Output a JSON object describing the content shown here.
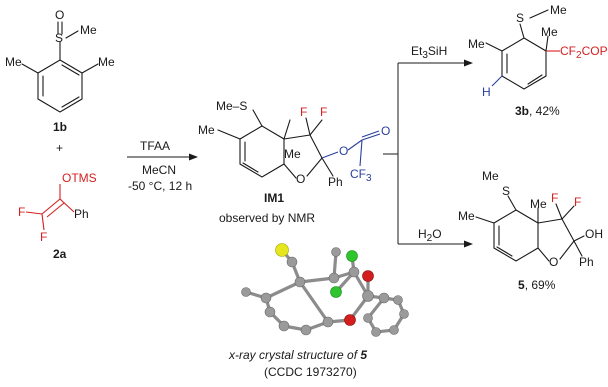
{
  "compounds": {
    "c1b": {
      "label": "1b",
      "atoms": {
        "O": "O",
        "S": "S",
        "Me_top": "Me",
        "Me_left": "Me",
        "Me_right": "Me"
      }
    },
    "plus": "+",
    "c2a": {
      "label": "2a",
      "atoms": {
        "OTMS": "OTMS",
        "F1": "F",
        "F2": "F",
        "Ph": "Ph"
      }
    },
    "im1": {
      "label": "IM1",
      "caption": "observed by NMR",
      "atoms": {
        "MeS": "Me–S",
        "Me_ring": "Me",
        "Me_q": "Me",
        "F1": "F",
        "F2": "F",
        "O_ring": "O",
        "Ph": "Ph",
        "O_ester": "O",
        "O_carbonyl": "O",
        "CF3": "CF",
        "CF3_sub": "3"
      }
    },
    "c3b": {
      "label": "3b",
      "yield": ", 42%",
      "atoms": {
        "S": "S",
        "Me_S": "Me",
        "Me_ring": "Me",
        "Me_q": "Me",
        "CF2": "CF",
        "CF2_sub": "2",
        "COPh": "COPh",
        "H": "H"
      }
    },
    "c5": {
      "label": "5",
      "yield": ", 69%",
      "atoms": {
        "MeS": "Me",
        "S": "S",
        "Me_ring": "Me",
        "Me_q": "Me",
        "F1": "F",
        "F2": "F",
        "OH": "OH",
        "O_ring": "O",
        "Ph": "Ph"
      }
    }
  },
  "conditions": {
    "step1": {
      "reagent": "TFAA",
      "solvent": "MeCN",
      "conditions": "-50 °C, 12 h"
    },
    "upper": {
      "reagent_main": "Et",
      "reagent_sub": "3",
      "reagent_tail": "SiH"
    },
    "lower": {
      "reagent_main": "H",
      "reagent_sub": "2",
      "reagent_tail": "O"
    }
  },
  "crystal": {
    "caption_prefix": "x-ray crystal structure of ",
    "caption_compound": "5",
    "ccdc": "(CCDC 1973270)"
  },
  "colors": {
    "text": "#1a1a1a",
    "red_highlight": "#d42020",
    "blue_highlight": "#2a3f9e",
    "carbon": "#9a9a9a",
    "sulfur": "#e6e61e",
    "fluorine": "#2ec52e",
    "oxygen": "#d41e1e"
  }
}
